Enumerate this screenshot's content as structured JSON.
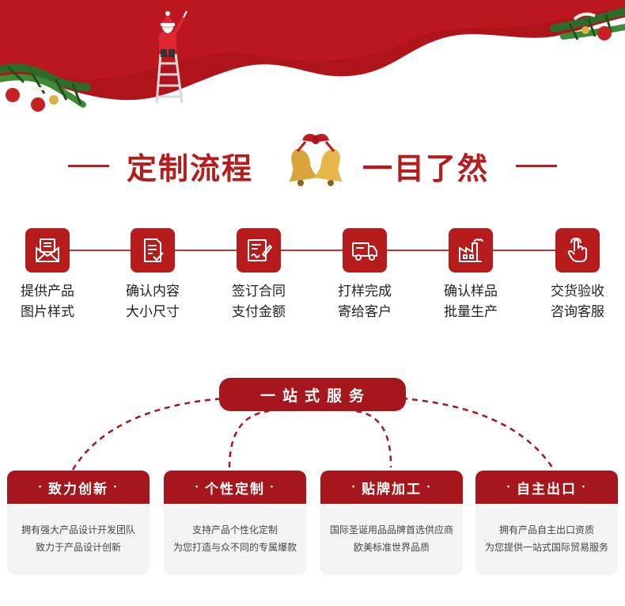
{
  "title": {
    "left": "定制流程",
    "right": "一目了然"
  },
  "process": [
    {
      "icon": "envelope-list-icon",
      "line1": "提供产品",
      "line2": "图片样式"
    },
    {
      "icon": "document-check-icon",
      "line1": "确认内容",
      "line2": "大小尺寸"
    },
    {
      "icon": "contract-sign-icon",
      "line1": "签订合同",
      "line2": "支付金额"
    },
    {
      "icon": "delivery-truck-icon",
      "line1": "打样完成",
      "line2": "寄给客户"
    },
    {
      "icon": "factory-icon",
      "line1": "确认样品",
      "line2": "批量生产"
    },
    {
      "icon": "pointer-hand-icon",
      "line1": "交货验收",
      "line2": "咨询客服"
    }
  ],
  "service": {
    "title": "一站式服务",
    "cards": [
      {
        "title": "致力创新",
        "line1": "拥有强大产品设计开发团队",
        "line2": "致力于产品设计创新"
      },
      {
        "title": "个性定制",
        "line1": "支持产品个性化定制",
        "line2": "为您打造与众不同的专属爆款"
      },
      {
        "title": "贴牌加工",
        "line1": "国际圣诞用品品牌首选供应商",
        "line2": "欧美标准世界品质"
      },
      {
        "title": "自主出口",
        "line1": "拥有产品自主出口资质",
        "line2": "为您提供一站式国际贸易服务"
      }
    ]
  },
  "colors": {
    "brand_red": "#b71c1c",
    "card_bg": "#f4f4f4"
  }
}
